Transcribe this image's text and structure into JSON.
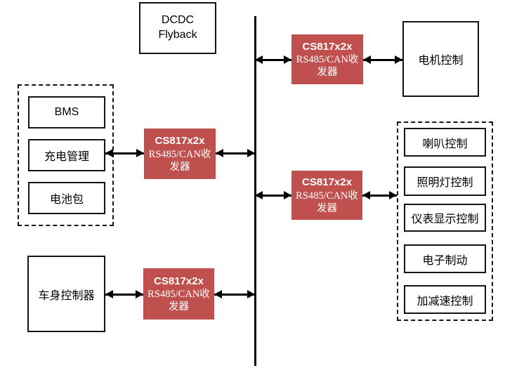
{
  "diagram": {
    "dcdc_box": {
      "line1": "DCDC",
      "line2": "Flyback"
    },
    "transceivers": [
      {
        "title": "CS817x2x",
        "subtitle": "RS485/CAN收发器"
      },
      {
        "title": "CS817x2x",
        "subtitle": "RS485/CAN收发器"
      },
      {
        "title": "CS817x2x",
        "subtitle": "RS485/CAN收发器"
      },
      {
        "title": "CS817x2x",
        "subtitle": "RS485/CAN收发器"
      }
    ],
    "motor_box": {
      "label": "电机控制"
    },
    "body_controller_box": {
      "label": "车身控制器"
    },
    "battery_group": {
      "items": [
        {
          "label": "BMS"
        },
        {
          "label": "充电管理"
        },
        {
          "label": "电池包"
        }
      ]
    },
    "control_group": {
      "items": [
        {
          "label": "喇叭控制"
        },
        {
          "label": "照明灯控制"
        },
        {
          "label": "仪表显示控制"
        },
        {
          "label": "电子制动"
        },
        {
          "label": "加减速控制"
        }
      ]
    },
    "colors": {
      "transceiver_bg": "#c0504d",
      "transceiver_text": "#ffffff",
      "line_color": "#000000"
    }
  }
}
